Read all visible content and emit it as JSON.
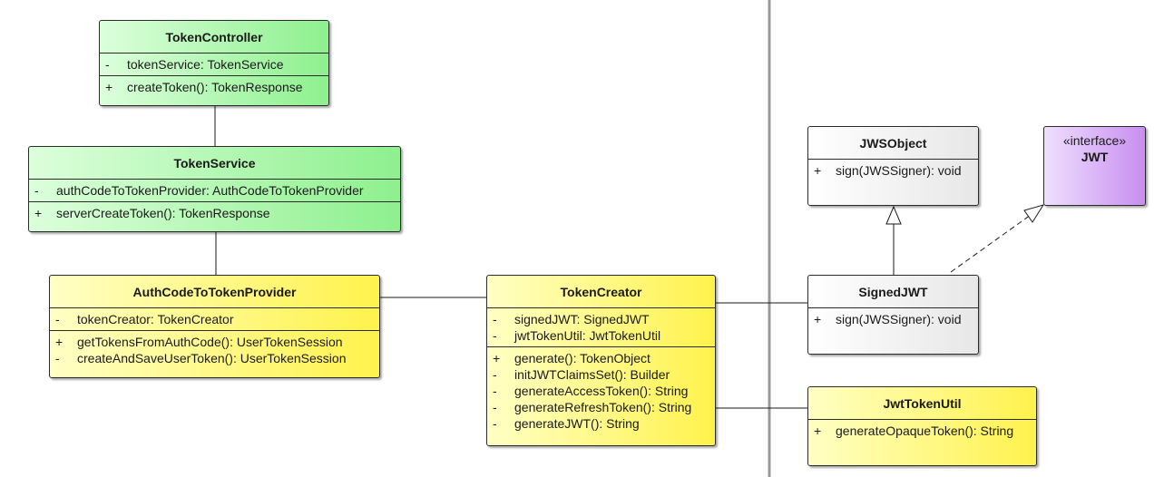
{
  "diagram": {
    "classes": {
      "token_controller": {
        "name": "TokenController",
        "attributes": [
          {
            "vis": "-",
            "text": "tokenService: TokenService"
          }
        ],
        "operations": [
          {
            "vis": "+",
            "text": "createToken(): TokenResponse"
          }
        ]
      },
      "token_service": {
        "name": "TokenService",
        "attributes": [
          {
            "vis": "-",
            "text": "authCodeToTokenProvider: AuthCodeToTokenProvider"
          }
        ],
        "operations": [
          {
            "vis": "+",
            "text": "serverCreateToken(): TokenResponse"
          }
        ]
      },
      "auth_code_provider": {
        "name": "AuthCodeToTokenProvider",
        "attributes": [
          {
            "vis": "-",
            "text": "tokenCreator: TokenCreator"
          }
        ],
        "operations": [
          {
            "vis": "+",
            "text": "getTokensFromAuthCode(): UserTokenSession"
          },
          {
            "vis": "-",
            "text": "createAndSaveUserToken(): UserTokenSession"
          }
        ]
      },
      "token_creator": {
        "name": "TokenCreator",
        "attributes": [
          {
            "vis": "-",
            "text": "signedJWT: SignedJWT"
          },
          {
            "vis": "-",
            "text": "jwtTokenUtil: JwtTokenUtil"
          }
        ],
        "operations": [
          {
            "vis": "+",
            "text": "generate(): TokenObject"
          },
          {
            "vis": "-",
            "text": "initJWTClaimsSet(): Builder"
          },
          {
            "vis": "-",
            "text": "generateAccessToken(): String"
          },
          {
            "vis": "-",
            "text": "generateRefreshToken(): String"
          },
          {
            "vis": "-",
            "text": "generateJWT(): String"
          }
        ]
      },
      "jws_object": {
        "name": "JWSObject",
        "operations": [
          {
            "vis": "+",
            "text": "sign(JWSSigner): void"
          }
        ]
      },
      "jwt_interface": {
        "stereotype": "«interface»",
        "name": "JWT"
      },
      "signed_jwt": {
        "name": "SignedJWT",
        "operations": [
          {
            "vis": "+",
            "text": "sign(JWSSigner): void"
          }
        ]
      },
      "jwt_token_util": {
        "name": "JwtTokenUtil",
        "operations": [
          {
            "vis": "+",
            "text": "generateOpaqueToken(): String"
          }
        ]
      }
    },
    "relationships": [
      {
        "from": "TokenController",
        "to": "TokenService",
        "type": "association"
      },
      {
        "from": "TokenService",
        "to": "AuthCodeToTokenProvider",
        "type": "association"
      },
      {
        "from": "AuthCodeToTokenProvider",
        "to": "TokenCreator",
        "type": "association"
      },
      {
        "from": "TokenCreator",
        "to": "SignedJWT",
        "type": "association"
      },
      {
        "from": "TokenCreator",
        "to": "JwtTokenUtil",
        "type": "association"
      },
      {
        "from": "SignedJWT",
        "to": "JWSObject",
        "type": "generalization"
      },
      {
        "from": "SignedJWT",
        "to": "JWT",
        "type": "realization"
      }
    ],
    "colors": {
      "controller_fill": "#8ef08e",
      "provider_fill": "#fff24d",
      "library_fill": "#e7e7e7",
      "interface_fill": "#c88ef0",
      "separator": "#9a9a9a"
    }
  }
}
